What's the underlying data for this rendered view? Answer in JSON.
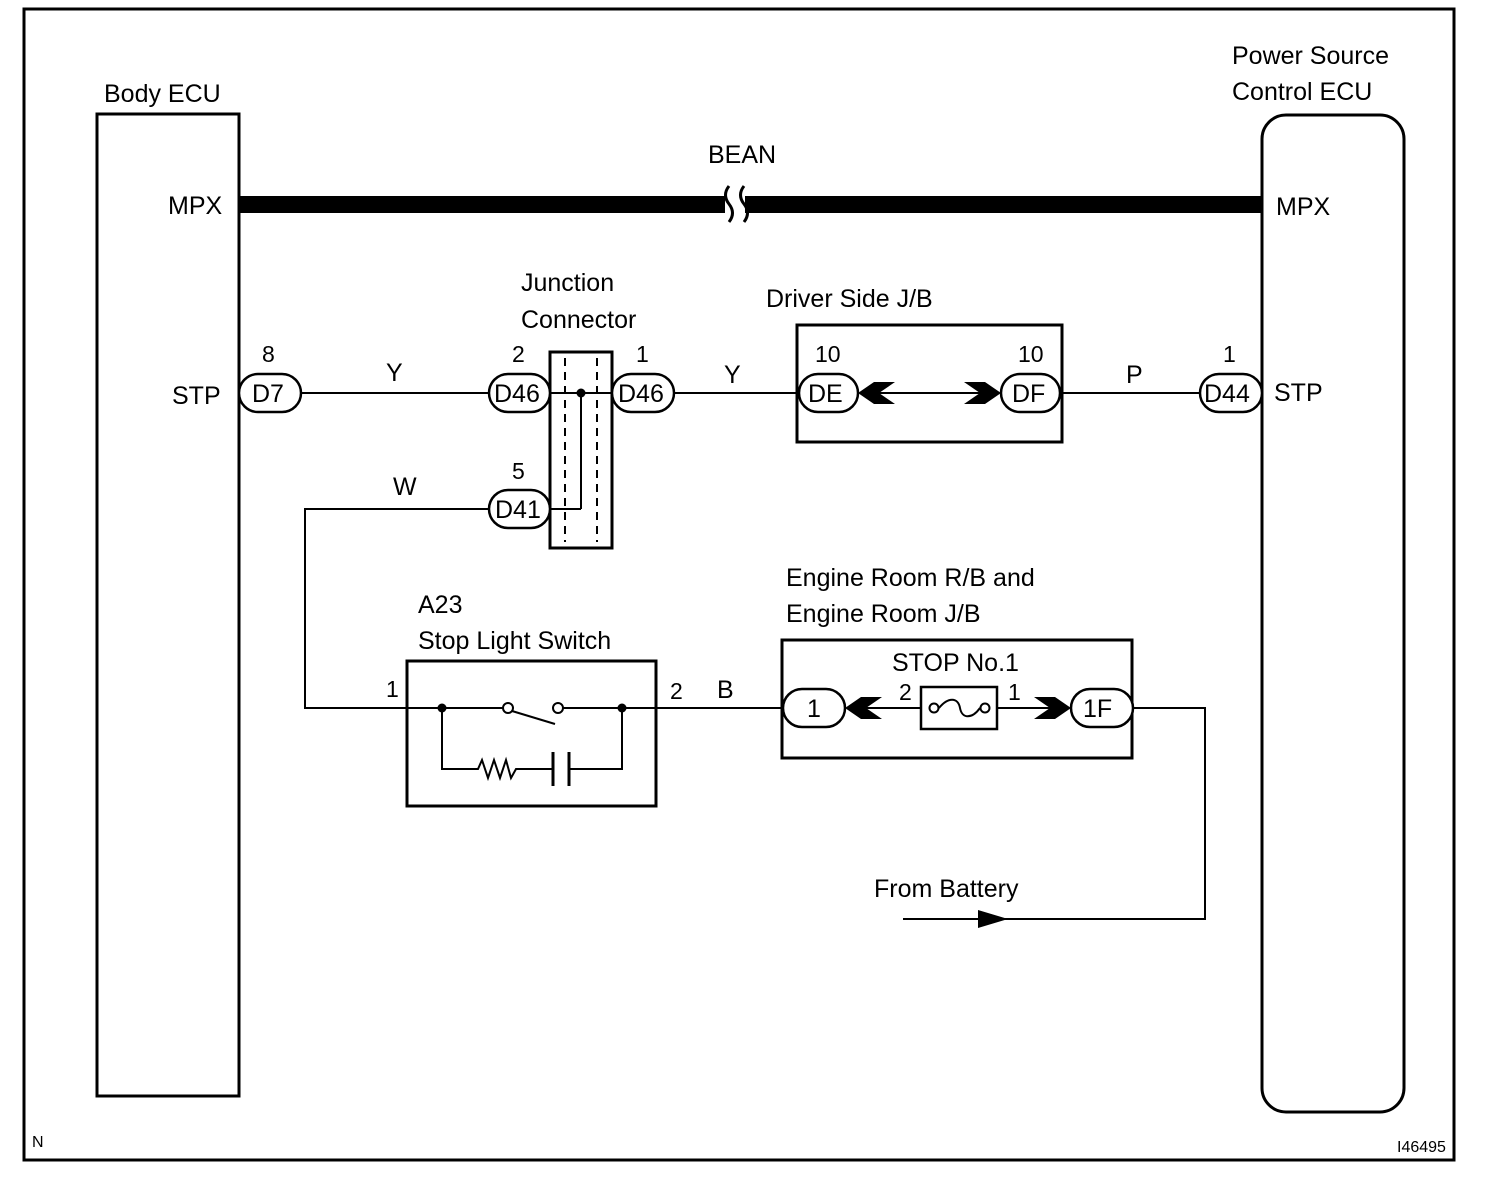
{
  "units": {
    "body_ecu": {
      "name": "Body ECU",
      "mpx": "MPX",
      "stp": "STP"
    },
    "power_ecu": {
      "name_line1": "Power Source",
      "name_line2": "Control ECU",
      "mpx": "MPX",
      "stp": "STP"
    },
    "junction_connector": {
      "line1": "Junction",
      "line2": "Connector"
    },
    "driver_jb": {
      "name": "Driver Side J/B"
    },
    "engine_rb": {
      "line1": "Engine Room R/B and",
      "line2": "Engine Room J/B",
      "fuse": "STOP No.1"
    },
    "stop_switch": {
      "code": "A23",
      "name": "Stop Light Switch"
    }
  },
  "bus": {
    "label": "BEAN"
  },
  "connectors": {
    "d7": "D7",
    "d46a": "D46",
    "d46b": "D46",
    "d41": "D41",
    "de": "DE",
    "df": "DF",
    "d44": "D44",
    "er1": "1",
    "er1f": "1F"
  },
  "pins": {
    "d7": "8",
    "d46a": "2",
    "d46b": "1",
    "d41": "5",
    "de": "10",
    "df": "10",
    "d44": "1",
    "sw_in": "1",
    "sw_out": "2",
    "fuse_in": "2",
    "fuse_out": "1"
  },
  "wire_colors": {
    "w1": "Y",
    "w2": "Y",
    "w3": "P",
    "w4": "W",
    "w5": "B"
  },
  "battery": {
    "label": "From Battery"
  },
  "corner": {
    "left": "N",
    "right": "I46495"
  }
}
